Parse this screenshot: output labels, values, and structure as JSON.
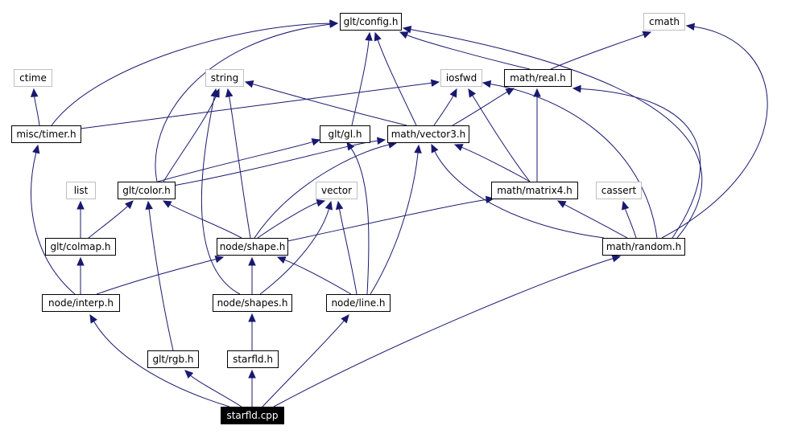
{
  "diagram": {
    "colors": {
      "edge": "#191970",
      "node_border": "#000000",
      "system_border": "#bfbfbf",
      "root_fill": "#000000",
      "root_text": "#ffffff",
      "text": "#000000"
    },
    "nodes": [
      {
        "id": "config",
        "label": "glt/config.h",
        "kind": "local"
      },
      {
        "id": "cmath",
        "label": "cmath",
        "kind": "system"
      },
      {
        "id": "ctime",
        "label": "ctime",
        "kind": "system"
      },
      {
        "id": "string",
        "label": "string",
        "kind": "system"
      },
      {
        "id": "iosfwd",
        "label": "iosfwd",
        "kind": "system"
      },
      {
        "id": "real",
        "label": "math/real.h",
        "kind": "local"
      },
      {
        "id": "timer",
        "label": "misc/timer.h",
        "kind": "local"
      },
      {
        "id": "gl",
        "label": "glt/gl.h",
        "kind": "local"
      },
      {
        "id": "vector3",
        "label": "math/vector3.h",
        "kind": "local"
      },
      {
        "id": "list",
        "label": "list",
        "kind": "system"
      },
      {
        "id": "color",
        "label": "glt/color.h",
        "kind": "local"
      },
      {
        "id": "vector",
        "label": "vector",
        "kind": "system"
      },
      {
        "id": "matrix4",
        "label": "math/matrix4.h",
        "kind": "local"
      },
      {
        "id": "cassert",
        "label": "cassert",
        "kind": "system"
      },
      {
        "id": "colmap",
        "label": "glt/colmap.h",
        "kind": "local"
      },
      {
        "id": "shape",
        "label": "node/shape.h",
        "kind": "local"
      },
      {
        "id": "random",
        "label": "math/random.h",
        "kind": "local"
      },
      {
        "id": "interp",
        "label": "node/interp.h",
        "kind": "local"
      },
      {
        "id": "shapes",
        "label": "node/shapes.h",
        "kind": "local"
      },
      {
        "id": "line",
        "label": "node/line.h",
        "kind": "local"
      },
      {
        "id": "rgb",
        "label": "glt/rgb.h",
        "kind": "local"
      },
      {
        "id": "starfldh",
        "label": "starfld.h",
        "kind": "local"
      },
      {
        "id": "starfld",
        "label": "starfld.cpp",
        "kind": "root"
      }
    ],
    "edges": [
      {
        "from": "real",
        "to": "config"
      },
      {
        "from": "real",
        "to": "cmath"
      },
      {
        "from": "timer",
        "to": "ctime"
      },
      {
        "from": "timer",
        "to": "config"
      },
      {
        "from": "timer",
        "to": "iosfwd"
      },
      {
        "from": "gl",
        "to": "config"
      },
      {
        "from": "vector3",
        "to": "config"
      },
      {
        "from": "vector3",
        "to": "real"
      },
      {
        "from": "vector3",
        "to": "iosfwd"
      },
      {
        "from": "vector3",
        "to": "string"
      },
      {
        "from": "color",
        "to": "config"
      },
      {
        "from": "color",
        "to": "gl"
      },
      {
        "from": "color",
        "to": "vector3"
      },
      {
        "from": "color",
        "to": "string"
      },
      {
        "from": "matrix4",
        "to": "vector3"
      },
      {
        "from": "matrix4",
        "to": "real"
      },
      {
        "from": "matrix4",
        "to": "iosfwd"
      },
      {
        "from": "colmap",
        "to": "color"
      },
      {
        "from": "colmap",
        "to": "list"
      },
      {
        "from": "shape",
        "to": "color"
      },
      {
        "from": "shape",
        "to": "string"
      },
      {
        "from": "shape",
        "to": "vector3"
      },
      {
        "from": "shape",
        "to": "vector"
      },
      {
        "from": "shape",
        "to": "matrix4"
      },
      {
        "from": "random",
        "to": "config"
      },
      {
        "from": "random",
        "to": "cmath"
      },
      {
        "from": "random",
        "to": "real"
      },
      {
        "from": "random",
        "to": "cassert"
      },
      {
        "from": "random",
        "to": "vector3"
      },
      {
        "from": "random",
        "to": "matrix4"
      },
      {
        "from": "random",
        "to": "iosfwd"
      },
      {
        "from": "interp",
        "to": "timer"
      },
      {
        "from": "interp",
        "to": "colmap"
      },
      {
        "from": "interp",
        "to": "shape"
      },
      {
        "from": "shapes",
        "to": "shape"
      },
      {
        "from": "shapes",
        "to": "string"
      },
      {
        "from": "shapes",
        "to": "vector"
      },
      {
        "from": "line",
        "to": "shape"
      },
      {
        "from": "line",
        "to": "vector"
      },
      {
        "from": "line",
        "to": "gl"
      },
      {
        "from": "line",
        "to": "vector3"
      },
      {
        "from": "rgb",
        "to": "color"
      },
      {
        "from": "starfldh",
        "to": "shapes"
      },
      {
        "from": "starfld",
        "to": "starfldh"
      },
      {
        "from": "starfld",
        "to": "interp"
      },
      {
        "from": "starfld",
        "to": "rgb"
      },
      {
        "from": "starfld",
        "to": "line"
      },
      {
        "from": "starfld",
        "to": "random"
      }
    ]
  }
}
